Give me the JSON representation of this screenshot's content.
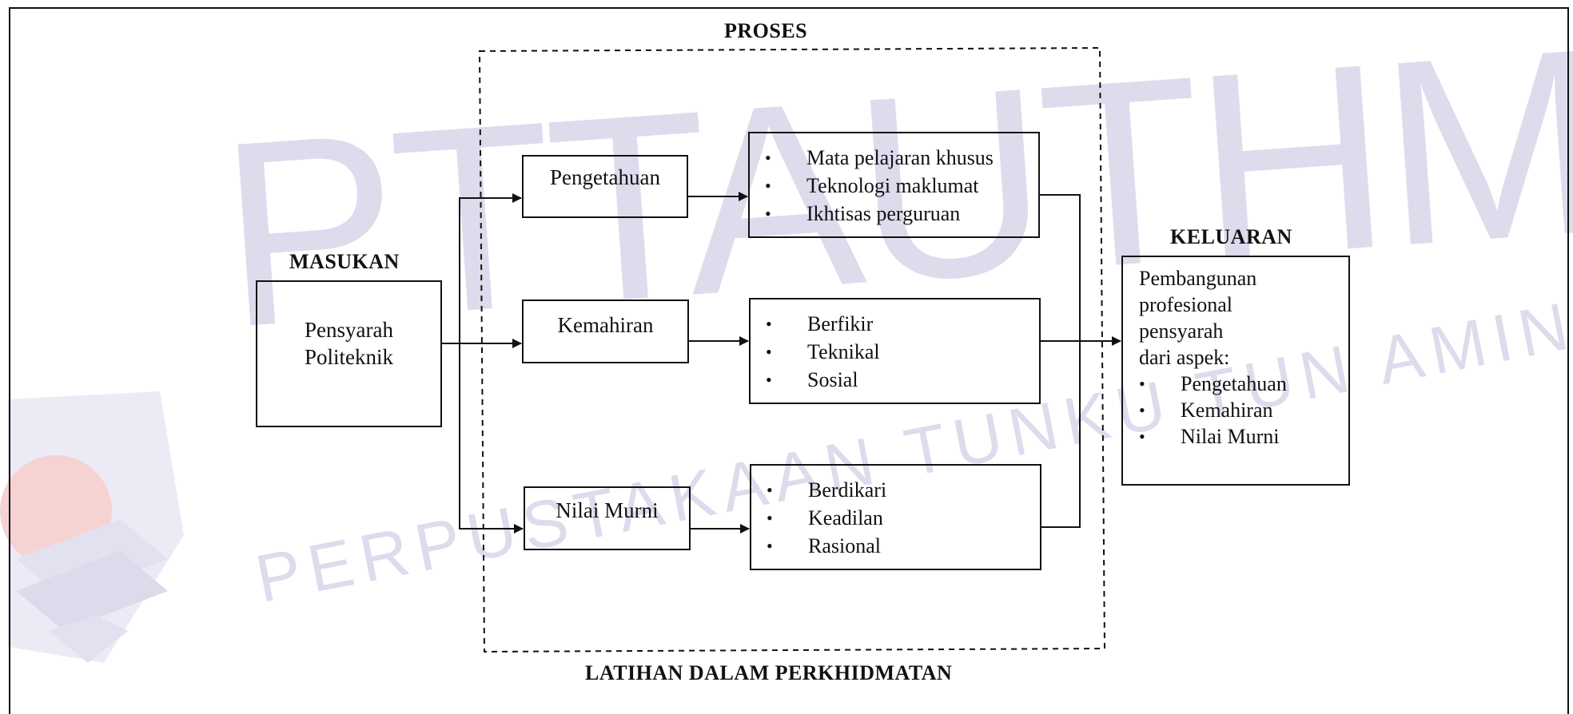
{
  "headers": {
    "proses": "PROSES",
    "masukan": "MASUKAN",
    "keluaran": "KELUARAN",
    "latihan": "LATIHAN DALAM PERKHIDMATAN"
  },
  "input_box": {
    "line1": "Pensyarah",
    "line2": "Politeknik"
  },
  "process": {
    "pengetahuan": "Pengetahuan",
    "kemahiran": "Kemahiran",
    "nilai_murni": "Nilai Murni"
  },
  "details": {
    "pengetahuan": [
      "Mata pelajaran khusus",
      "Teknologi maklumat",
      "Ikhtisas perguruan"
    ],
    "kemahiran": [
      "Berfikir",
      "Teknikal",
      "Sosial"
    ],
    "nilai_murni": [
      "Berdikari",
      "Keadilan",
      "Rasional"
    ]
  },
  "output_box": {
    "lines": [
      "Pembangunan",
      "profesional",
      "pensyarah",
      "dari aspek:"
    ],
    "bullets": [
      "Pengetahuan",
      "Kemahiran",
      "Nilai Murni"
    ]
  },
  "bullet_char": "•",
  "watermark": {
    "big": "PTTAUTHM",
    "small": "PERPUSTAKAAN TUNKU TUN AMINAH"
  },
  "colors": {
    "line": "#111111",
    "watermark": "#d7d6ea",
    "logo_red": "#f1b3b3"
  }
}
